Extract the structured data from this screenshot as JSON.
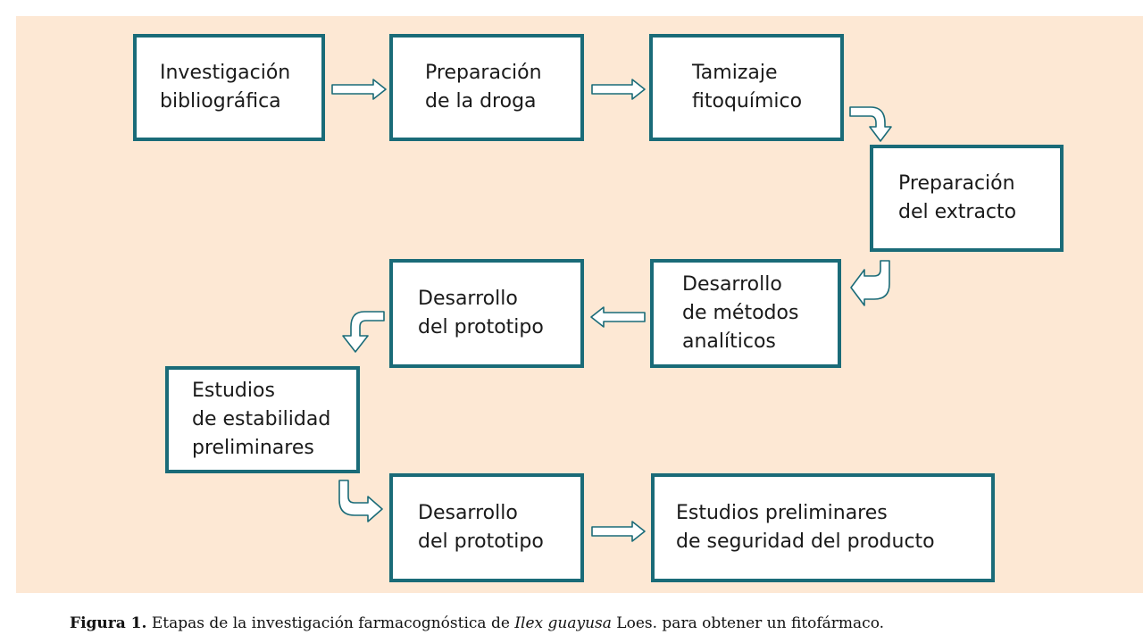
{
  "colors": {
    "background": "#fde8d4",
    "box_border": "#1a6b78",
    "box_fill": "#ffffff",
    "text": "#1a1a1a"
  },
  "steps": [
    {
      "label": "Investigación\nbibliográfica"
    },
    {
      "label": "Preparación\nde la droga"
    },
    {
      "label": "Tamizaje\nfitoquímico"
    },
    {
      "label": "Preparación\ndel extracto"
    },
    {
      "label": "Desarrollo\nde métodos\nanalíticos"
    },
    {
      "label": "Desarrollo\ndel prototipo"
    },
    {
      "label": "Estudios\nde estabilidad\npreliminares"
    },
    {
      "label": "Desarrollo\ndel prototipo"
    },
    {
      "label": "Estudios preliminares\nde seguridad del producto"
    }
  ],
  "caption": {
    "prefix": "Figura 1.",
    "text_before": " Etapas de la investigación farmacognóstica de ",
    "species": "Ilex guayusa",
    "text_after": " Loes. para obtener un fitofármaco."
  }
}
